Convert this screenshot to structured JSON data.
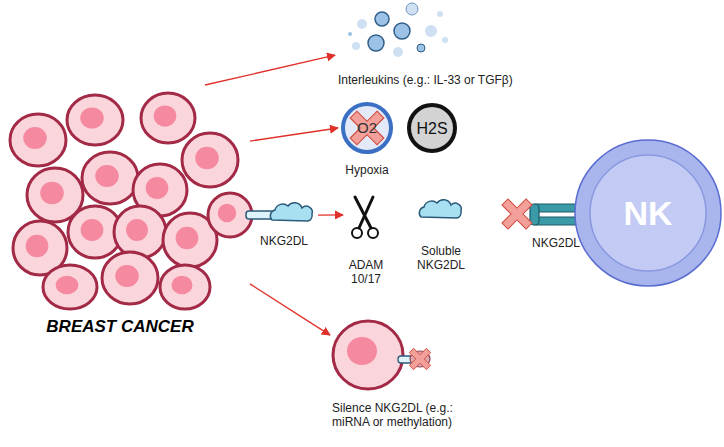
{
  "diagram": {
    "nodes": [
      {
        "text": [
          "BREAST CANCER"
        ]
      },
      {
        "text": [
          "Interleukins (e.g.: IL-33 or TGFβ)"
        ]
      },
      {
        "text": [
          "O2",
          "Hypoxia"
        ]
      },
      {
        "text": [
          "H2S"
        ]
      },
      {
        "text": [
          "NKG2DL"
        ]
      },
      {
        "text": [
          "ADAM 10/17"
        ]
      },
      {
        "text": [
          "Soluble NKG2DL"
        ]
      },
      {
        "text": [
          "NK"
        ]
      },
      {
        "text": [
          "Silence NKG2DL (e.g.: miRNA or methylation)"
        ]
      }
    ],
    "edges": [
      {
        "from": 0,
        "to": 1,
        "arrow": "to"
      },
      {
        "from": 0,
        "to": 2,
        "arrow": "to"
      },
      {
        "from": 4,
        "to": 5,
        "arrow": "to"
      },
      {
        "from": 0,
        "to": 8,
        "arrow": "to"
      }
    ],
    "labels": [
      "NKG2DL"
    ]
  }
}
